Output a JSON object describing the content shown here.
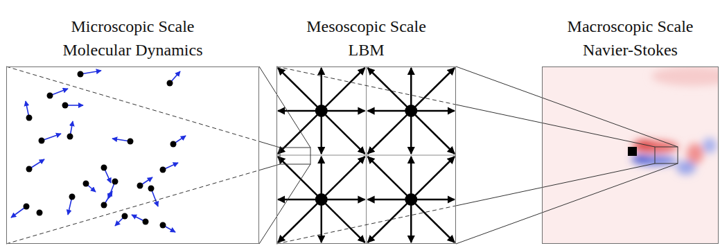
{
  "diagram": {
    "nodes": [
      {
        "text": [
          "Microscopic Scale",
          "Molecular Dynamics"
        ]
      },
      {
        "text": [
          "Mesoscopic Scale",
          "LBM"
        ]
      },
      {
        "text": [
          "Macroscopic Scale",
          "Navier-Stokes"
        ]
      }
    ]
  }
}
